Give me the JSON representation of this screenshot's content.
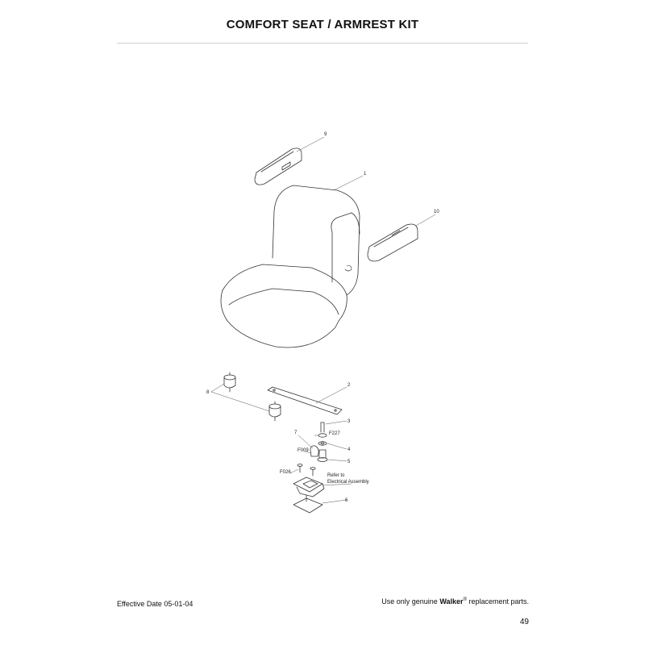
{
  "header": {
    "title": "COMFORT SEAT / ARMREST KIT"
  },
  "diagram": {
    "callouts": {
      "seat": "1",
      "bracket": "2",
      "bolt": "3",
      "washer_4": "4",
      "nut_5": "5",
      "plate": "6",
      "switch": "7",
      "mounts": "8",
      "armrest_left": "9",
      "armrest_right": "10",
      "f227": "F227",
      "f009": "F009",
      "f026": "F026"
    },
    "note": {
      "line1": "Refer to",
      "line2": "Electrical Assembly"
    }
  },
  "footer": {
    "effective_date": "Effective Date 05-01-04",
    "notice_prefix": "Use only genuine",
    "brand": "Walker",
    "registered": "®",
    "notice_suffix": "replacement parts.",
    "page_number": "49"
  }
}
